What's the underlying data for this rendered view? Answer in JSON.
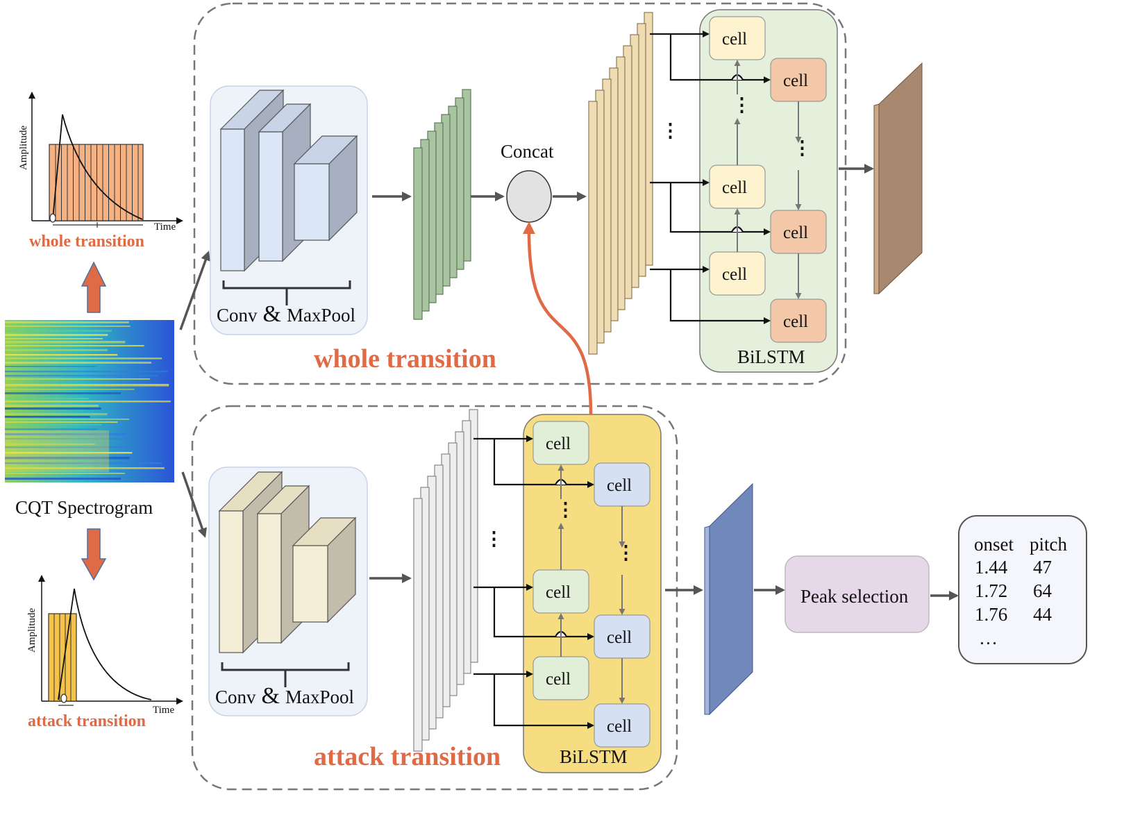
{
  "labels": {
    "cqt_spectrogram": "CQT Spectrogram",
    "whole_transition_small": "whole transition",
    "attack_transition_small": "attack transition",
    "whole_transition_big": "whole transition",
    "attack_transition_big": "attack transition",
    "conv_maxpool_top_a": "Conv",
    "conv_maxpool_top_amp": "&",
    "conv_maxpool_top_b": "MaxPool",
    "conv_maxpool_bottom_a": "Conv",
    "conv_maxpool_bottom_amp": "&",
    "conv_maxpool_bottom_b": "MaxPool",
    "concat": "Concat",
    "bilstm_top": "BiLSTM",
    "bilstm_bottom": "BiLSTM",
    "peak_selection": "Peak selection",
    "cell": "cell",
    "dots": "⋮"
  },
  "axes": {
    "amplitude": "Amplitude",
    "time": "Time"
  },
  "output_table": {
    "headers": [
      "onset",
      "pitch"
    ],
    "rows": [
      [
        "1.44",
        "47"
      ],
      [
        "1.72",
        "64"
      ],
      [
        "1.76",
        "44"
      ]
    ],
    "ellipsis": "…"
  },
  "colors": {
    "accent_red": "#e06a46",
    "bilstm_top_bg": "#e5f0dc",
    "bilstm_bottom_bg": "#f7dd82",
    "cell_cream": "#fdf3cf",
    "cell_peach": "#f2c8a8",
    "cell_green": "#e1efd8",
    "cell_blue": "#d5e1f3",
    "whole_feature_map": "#a8886e",
    "attack_feature_map": "#7188bb",
    "peak_selection_bg": "#e6d8e8"
  }
}
